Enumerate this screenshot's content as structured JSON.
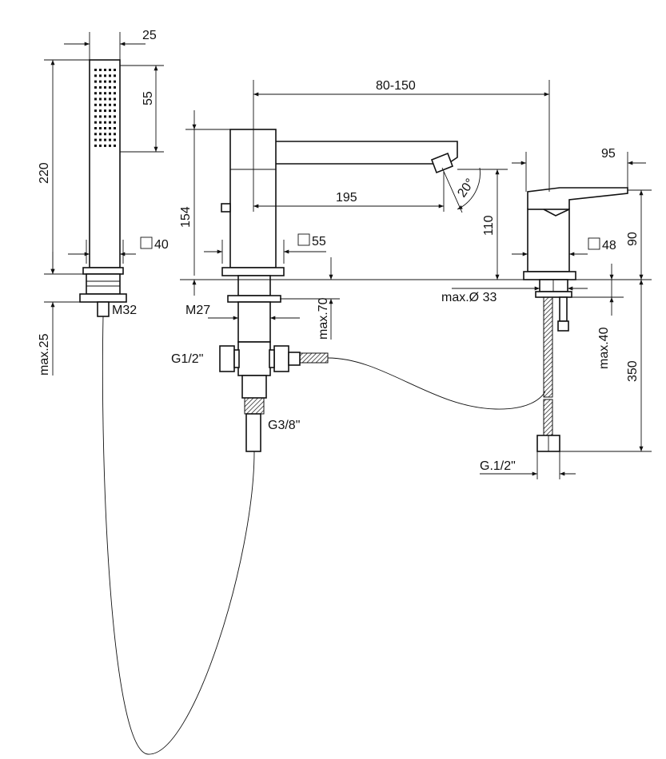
{
  "handshower": {
    "width": "25",
    "spray_height": "55",
    "height": "220",
    "square": "40",
    "max_thickness": "max.25",
    "thread": "M32"
  },
  "spout": {
    "height": "154",
    "square": "55",
    "reach_range": "80-150",
    "reach": "195",
    "angle": "20°",
    "outlet_height": "110",
    "thread": "M27",
    "max_thickness": "max.70",
    "inlet": "G1/2\"",
    "outlet": "G3/8\""
  },
  "mixer": {
    "lever_length": "95",
    "height": "90",
    "square": "48",
    "max_hole": "max.Ø 33",
    "max_thickness": "max.40",
    "hose_length": "350",
    "connection": "G.1/2\""
  }
}
